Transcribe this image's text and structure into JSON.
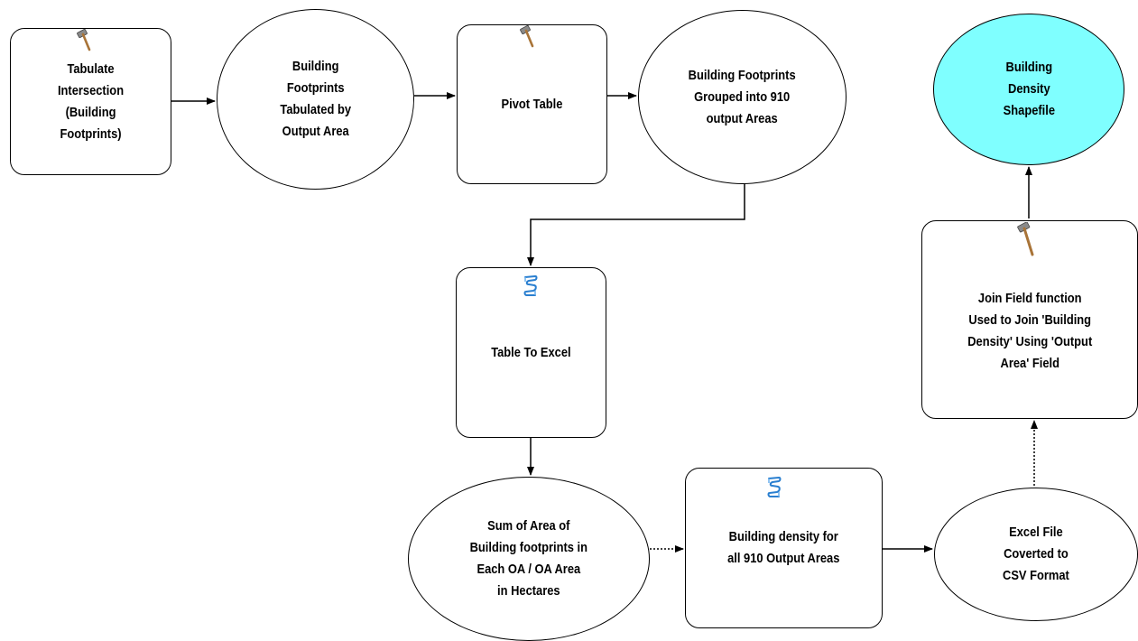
{
  "nodes": {
    "tabulate_intersection": "Tabulate\nIntersection\n(Building\nFootprints)",
    "footprints_tabulated": "Building\nFootprints\nTabulated by\nOutput Area",
    "pivot_table": "Pivot Table",
    "footprints_grouped": "Building Footprints\nGrouped into 910\noutput Areas",
    "density_shapefile": "Building\nDensity\nShapefile",
    "join_field": "Join Field function\nUsed to Join 'Building\nDensity' Using 'Output\nArea' Field",
    "table_to_excel": "Table To Excel",
    "sum_of_area": "Sum of Area of\nBuilding footprints in\nEach OA / OA Area\nin Hectares",
    "building_density": "Building density for\nall 910 Output Areas",
    "excel_to_csv": "Excel File\nCoverted to\nCSV Format"
  },
  "icons": {
    "tool": "hammer-icon",
    "script": "script-icon"
  },
  "colors": {
    "stroke": "#000000",
    "fill": "#ffffff",
    "final_output_fill": "#7fffff"
  }
}
